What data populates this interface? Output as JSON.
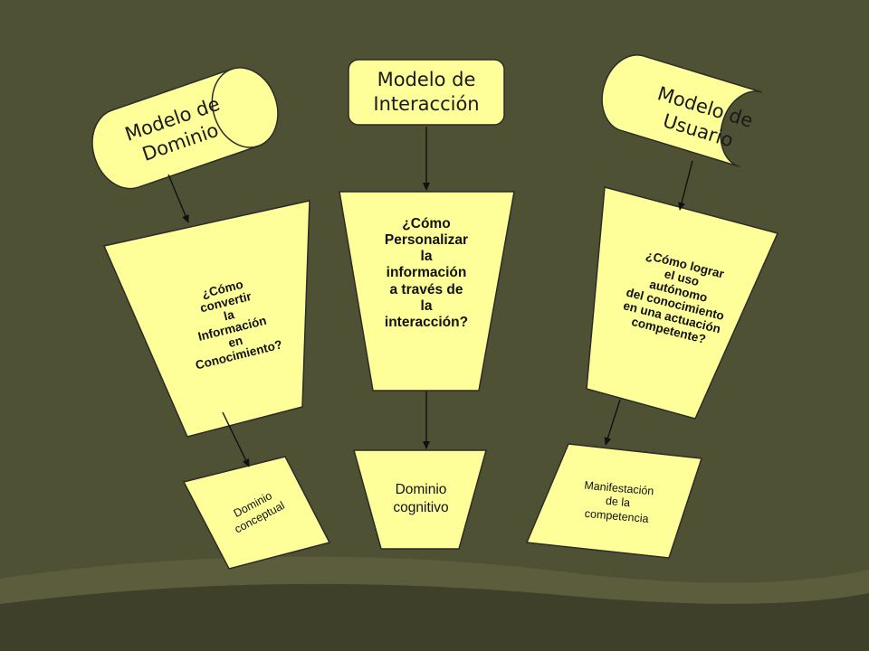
{
  "colors": {
    "background": "#4f5134",
    "shape_fill": "#ffff99",
    "shape_stroke": "#2b2b2b",
    "arrow": "#111111",
    "footer_band": "#5b5d3d",
    "footer_accent": "#3e4029"
  },
  "models": {
    "domain": "Modelo de\nDominio",
    "interaction": "Modelo de\nInteracción",
    "user": "Modelo de\nUsuario"
  },
  "questions": {
    "domain": "¿Cómo\nconvertir\nla\nInformación\nen\nConocimiento?",
    "interaction": "¿Cómo\nPersonalizar\nla\ninformación\na través de\nla\ninteracción?",
    "user": "¿Cómo lograr\nel uso\nautónomo\ndel conocimiento\nen una actuación\ncompetente?"
  },
  "outcomes": {
    "domain": "Dominio\nconceptual",
    "interaction": "Dominio\ncognitivo",
    "user": "Manifestación\nde la\ncompetencia"
  }
}
